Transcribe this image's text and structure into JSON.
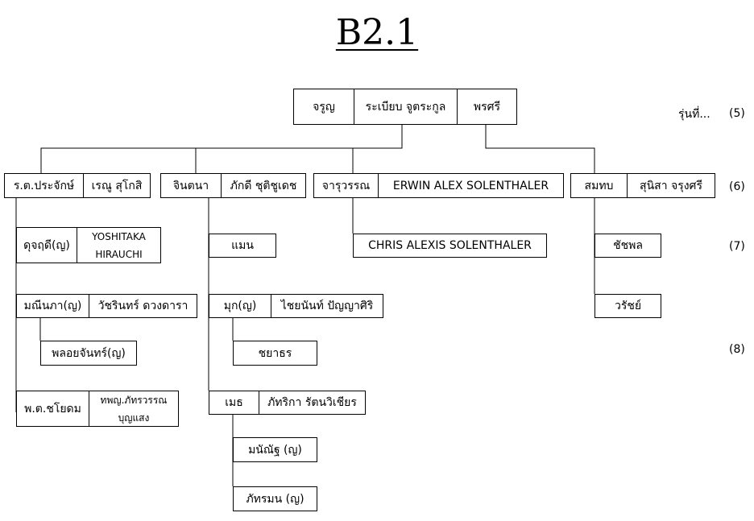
{
  "title": "B2.1",
  "generation_label": "รุ่นที่...",
  "generations": {
    "g5": "(5)",
    "g6": "(6)",
    "g7": "(7)",
    "g8": "(8)"
  },
  "root": {
    "left": "จรูญ",
    "center": "ระเบียบ จูตระกูล",
    "right": "พรศรี"
  },
  "families": [
    {
      "member": "ร.ต.ประจักษ์",
      "spouse": "เรณู สุโกสิ"
    },
    {
      "member": "จินตนา",
      "spouse": "ภักดี ชุติชูเดช"
    },
    {
      "member": "จารุวรรณ",
      "spouse": "ERWIN ALEX SOLENTHALER"
    },
    {
      "member": "สมทบ",
      "spouse": "สุนิสา จรุงศรี"
    }
  ],
  "children_prachak": [
    {
      "member": "ดุจฤดี(ญ)",
      "spouse": "YOSHITAKA HIRAUCHI"
    },
    {
      "member": "มณีนภา(ญ)",
      "spouse": "วัชรินทร์ ดวงดารา"
    },
    {
      "member": "พ.ต.ชโยดม",
      "spouse": "ทพญ.ภัทรวรรณ บุญแสง"
    }
  ],
  "grandchild_maneenapa": "พลอยจันทร์(ญ)",
  "children_jintana": {
    "man": "แมน",
    "muk": {
      "member": "มุก(ญ)",
      "spouse": "ไชยนันท์ ปัญญาศิริ"
    },
    "met": {
      "member": "เมธ",
      "spouse": "ภัทริกา รัตนวิเชียร"
    }
  },
  "grandchild_muk": "ชยาธร",
  "grandchildren_met": [
    "มนัณัฐ (ญ)",
    "ภัทรมน (ญ)"
  ],
  "child_jaruwan": "CHRIS ALEXIS SOLENTHALER",
  "children_somthob": [
    "ชัชพล",
    "วรัชย์"
  ]
}
